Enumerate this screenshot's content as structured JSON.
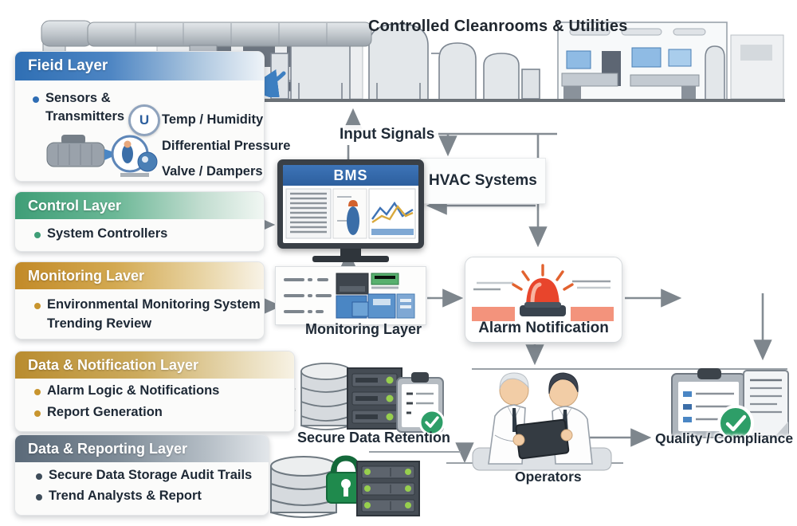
{
  "banner": {
    "title": "Controlled Cleanrooms & Utilities"
  },
  "field_layer": {
    "title": "Fieid Layer",
    "sensors_line1": "Sensors &",
    "sensors_line2": "Transmitters",
    "temp": "Temp / Humidity",
    "pressure": "Differential Pressure",
    "valve": "Valve / Dampers",
    "humidity_glyph": "U"
  },
  "control_layer": {
    "title": "Control Layer",
    "item": "System Controllers"
  },
  "monitoring_layer_card": {
    "title": "Monitoring Laver",
    "item_line1": "Environmental Monitoring System",
    "item_line2": "Trending Review"
  },
  "notification_layer": {
    "title": "Data & Notification Layer",
    "item1": "Alarm Logic & Notifications",
    "item2": "Report Generation"
  },
  "reporting_layer": {
    "title": "Data & Reporting Layer",
    "item1": "Secure Data Storage Audit Trails",
    "item2": "Trend Analysts & Report"
  },
  "nodes": {
    "input_signals": "Input Signals",
    "bms": "BMS",
    "hvac": "HVAC Systems",
    "monitoring_panel": "Monitoring Layer",
    "alarm": "Alarm Notification",
    "secure_retention": "Secure Data Retention",
    "operators": "Operators",
    "quality": "Quality / Compliance"
  },
  "colors": {
    "field_header": "#2f6fb4",
    "control_header": "#3f9e77",
    "monitoring_header": "#c8952e",
    "notification_header": "#b98c2f",
    "reporting_header": "#5b6a79",
    "bms_header": "#2d5f9e",
    "alarm_red": "#e8452c",
    "alarm_salmon": "#f2876e",
    "check_green": "#2e9e68",
    "led_green": "#97cf4e",
    "lock_green": "#1f8a4d",
    "arrow_gray": "#7e868d",
    "airflow_blue": "#3d7fc1"
  }
}
